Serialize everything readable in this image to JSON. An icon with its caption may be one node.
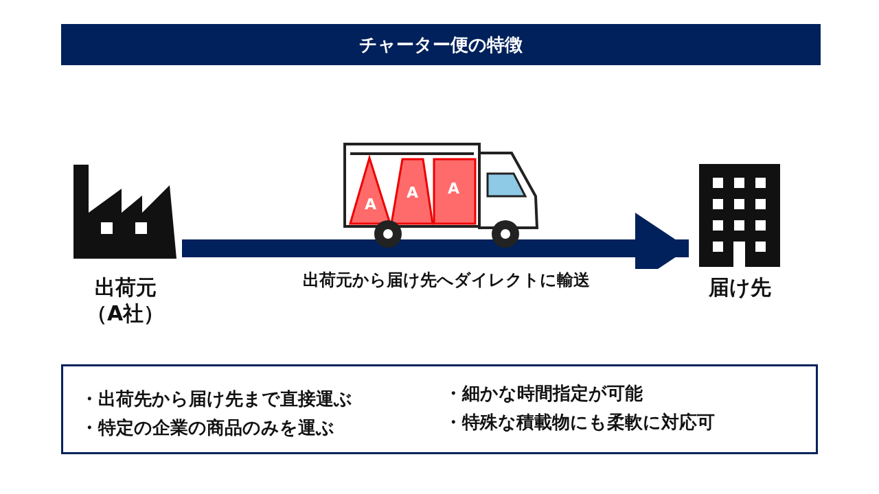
{
  "diagram": {
    "title": "チャーター便の特徴",
    "nodes": [
      {
        "text": [
          "出荷元",
          "（A社）"
        ]
      },
      {
        "text": [
          "届け先"
        ]
      },
      {
        "text": [
          "・出荷先から届け先まで直接運ぶ",
          "・特定の企業の商品のみを運ぶ",
          "・細かな時間指定が可能",
          "・特殊な積載物にも柔軟に対応可"
        ]
      }
    ],
    "edges": [
      {
        "from": 0,
        "to": 1,
        "arrow": "to",
        "label": "出荷元から届け先へダイレクトに輸送"
      }
    ],
    "labels": [
      "A",
      "A",
      "A"
    ]
  }
}
